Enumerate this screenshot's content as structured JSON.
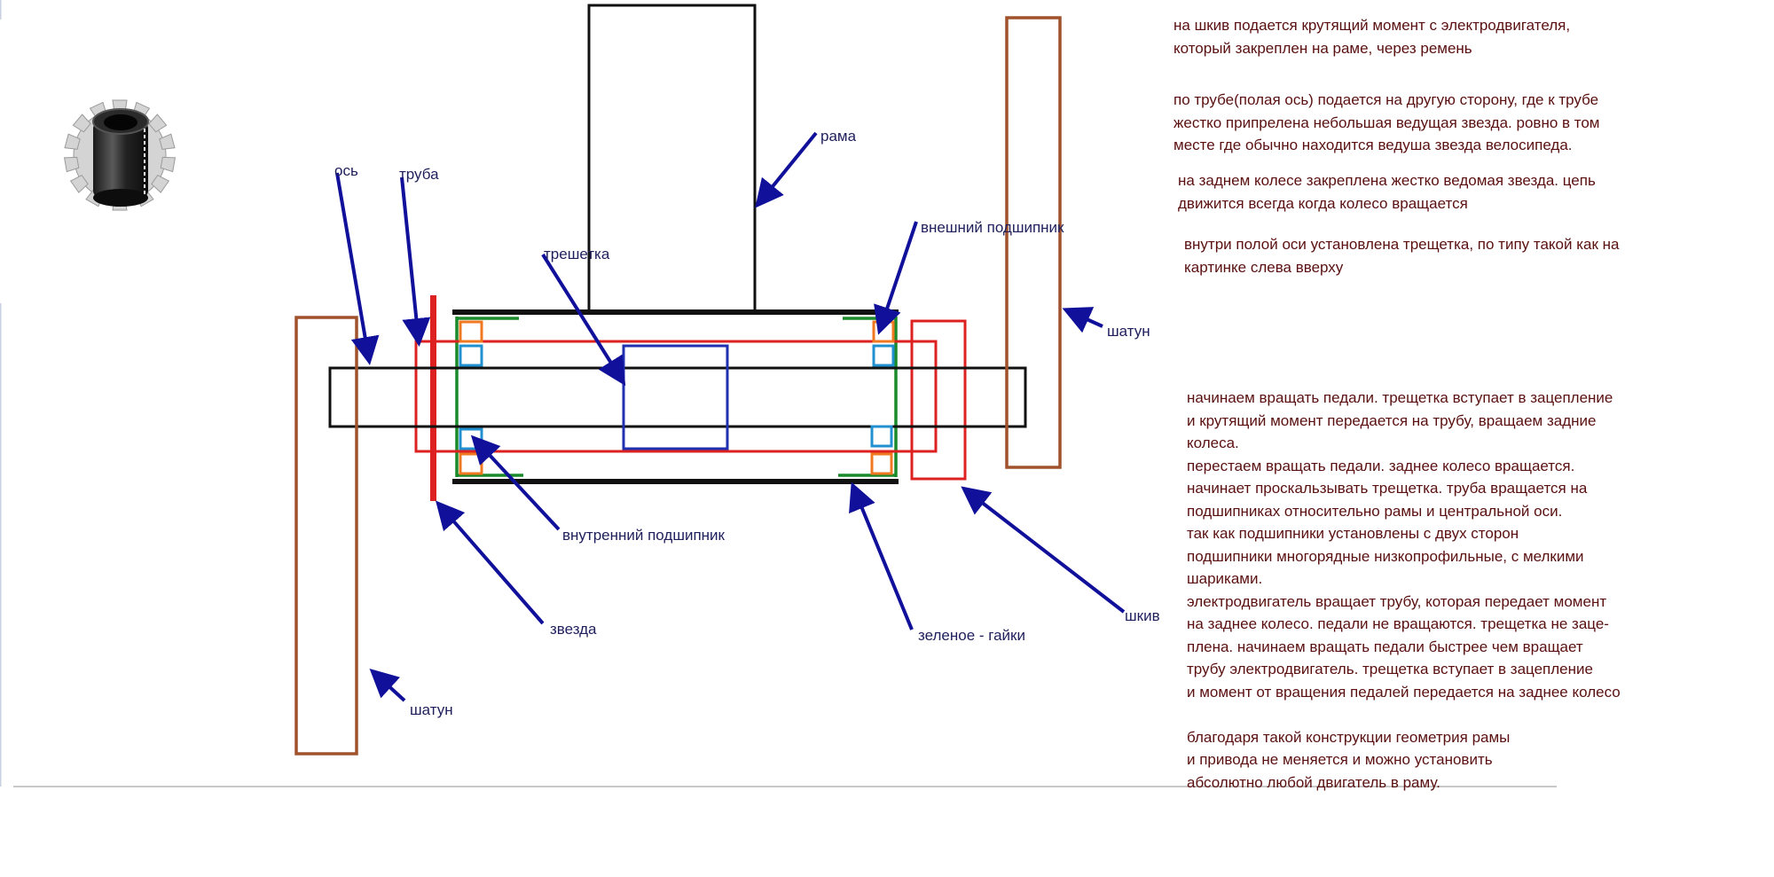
{
  "colors": {
    "label": "#1f1f5c",
    "paragraph": "#5a1010",
    "arrow": "#10109a",
    "axle": "#111111",
    "tube": "#dd2020",
    "nuts": "#1a8a2a",
    "ratchet": "#2030b0",
    "crank": "#a0522d",
    "bearing_outer": "#f07820",
    "bearing_inner": "#2090d0"
  },
  "photo": {
    "icon": "freewheel-cog-photo"
  },
  "labels": {
    "os": "ось",
    "truba": "труба",
    "rama": "рама",
    "treshetka": "трешетка",
    "vneshniy": "внешний подшипник",
    "shatun_right": "шатун",
    "vnutrenniy": "внутренний подшипник",
    "zvezda": "звезда",
    "zelenoe": "зеленое - гайки",
    "shkiv": "шкив",
    "shatun_left": "шатун"
  },
  "paragraphs": [
    "на шкив подается крутящий момент с электродвигателя,\nкоторый закреплен на раме, через ремень",
    "по трубе(полая ось) подается на другую сторону, где к трубе\nжестко припрелена небольшая ведущая звезда. ровно в том\nместе где обычно находится ведуша звезда велосипеда.",
    "на заднем колесе закреплена жестко ведомая звезда. цепь\nдвижится всегда когда колесо вращается",
    "внутри полой оси установлена трещетка, по типу такой как на\nкартинке слева вверху",
    "начинаем вращать педали. трещетка вступает в зацепление\nи крутящий момент передается на трубу, вращаем задние\nколеса.\nперестаем вращать педали. заднее колесо вращается.\nначинает проскальзывать трещетка. труба вращается на\nподшипниках относительно рамы и центральной оси.\nтак как подшипники установлены с двух сторон\nподшипники многорядные низкопрофильные, с мелкими\nшариками.\nэлектродвигатель вращает трубу, которая передает момент\nна заднее колесо. педали не вращаются. трещетка не заце-\nплена. начинаем вращать педали быстрее чем вращает\nтрубу электродвигатель. трещетка вступает в зацепление\nи момент от вращения педалей передается на заднее колесо\n\nблагодаря такой конструкции геометрия рамы\nи привода не меняется и можно установить\nабсолютно любой двигатель в раму."
  ]
}
